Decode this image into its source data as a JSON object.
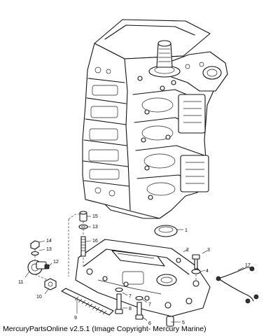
{
  "caption": "MercuryPartsOnline v2.5.1 (Image Copyright- Mercury Marine)",
  "callouts": {
    "c1": "1",
    "c2": "2",
    "c3": "3",
    "c4": "4",
    "c5": "5",
    "c6": "6",
    "c7a": "7",
    "c7b": "7",
    "c8": "8",
    "c9": "9",
    "c10": "10",
    "c11": "11",
    "c12": "12",
    "c13a": "13",
    "c13b": "13",
    "c14": "14",
    "c15": "15",
    "c16": "16",
    "c17": "17"
  }
}
